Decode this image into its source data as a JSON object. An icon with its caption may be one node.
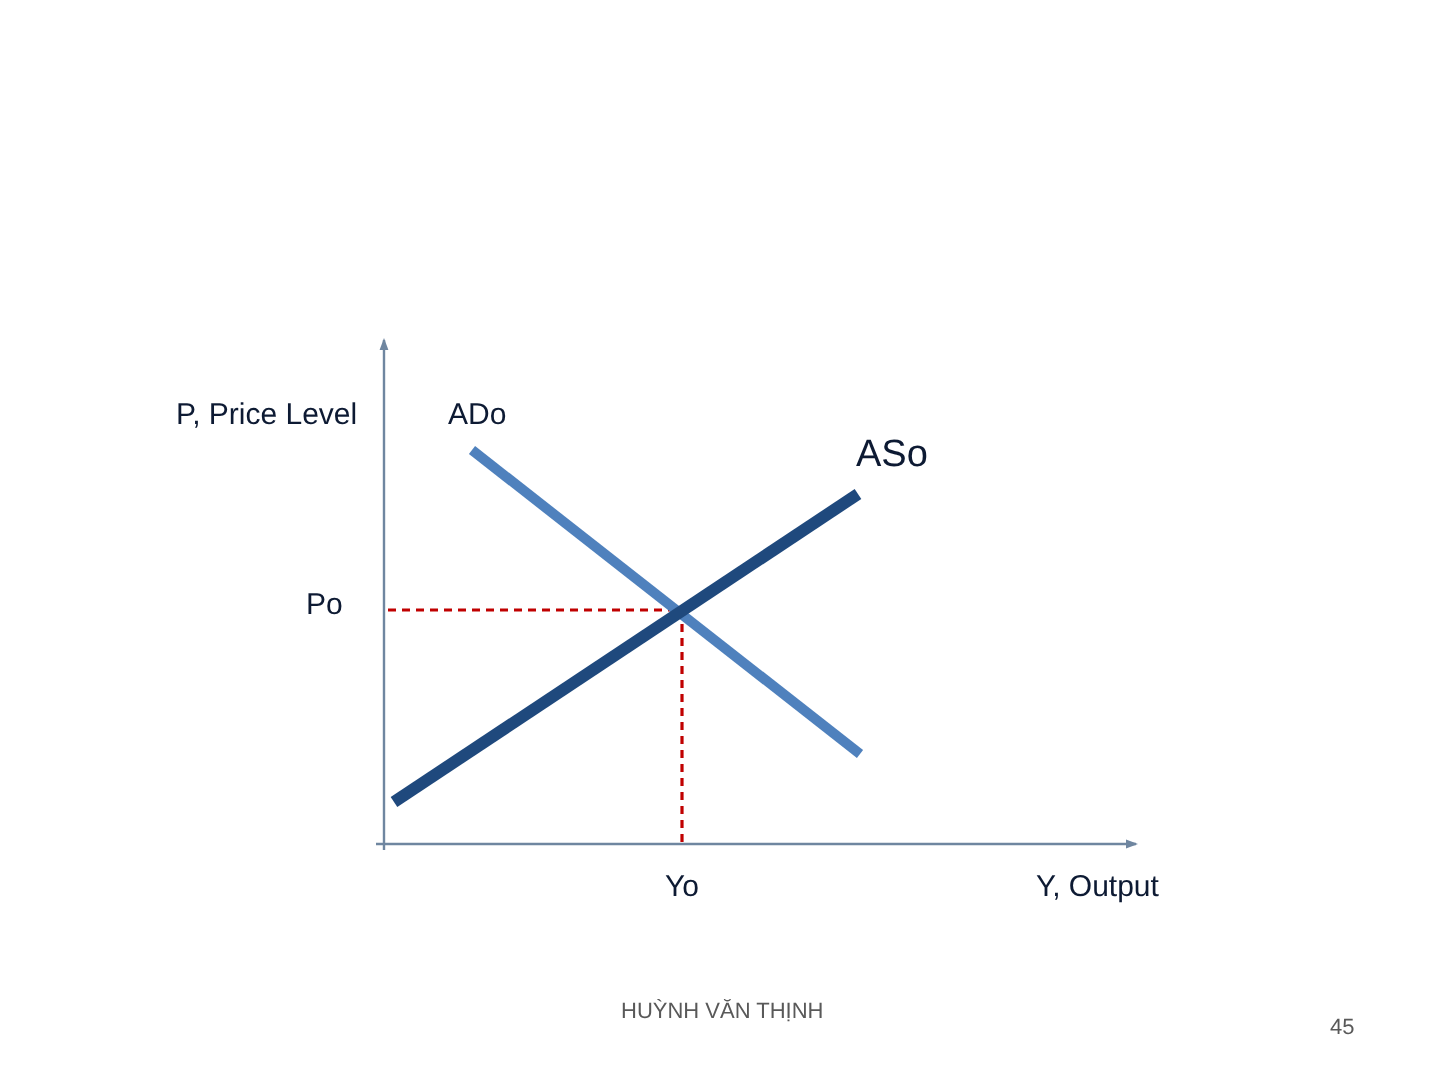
{
  "diagram": {
    "labels": [
      "P, Price Level",
      "ADo",
      "ASo",
      "Po",
      "Yo",
      "Y, Output",
      "HUỲNH VĂN THỊNH",
      "45"
    ]
  }
}
